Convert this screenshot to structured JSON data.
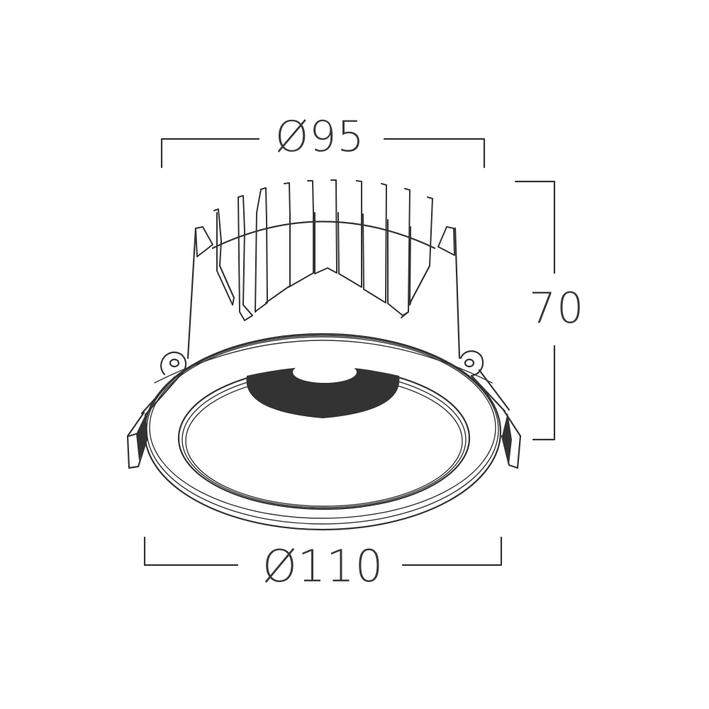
{
  "drawing": {
    "subject": "recessed downlight technical drawing",
    "stroke_color": "#333333",
    "background": "#ffffff"
  },
  "dimensions": {
    "top_diameter": {
      "label": "Ø95",
      "value": 95,
      "unit": "mm"
    },
    "bottom_diameter": {
      "label": "Ø110",
      "value": 110,
      "unit": "mm"
    },
    "height": {
      "label": "70",
      "value": 70,
      "unit": "mm"
    }
  },
  "parts": {
    "heatsink_fins": 11,
    "spring_clips": 2
  }
}
